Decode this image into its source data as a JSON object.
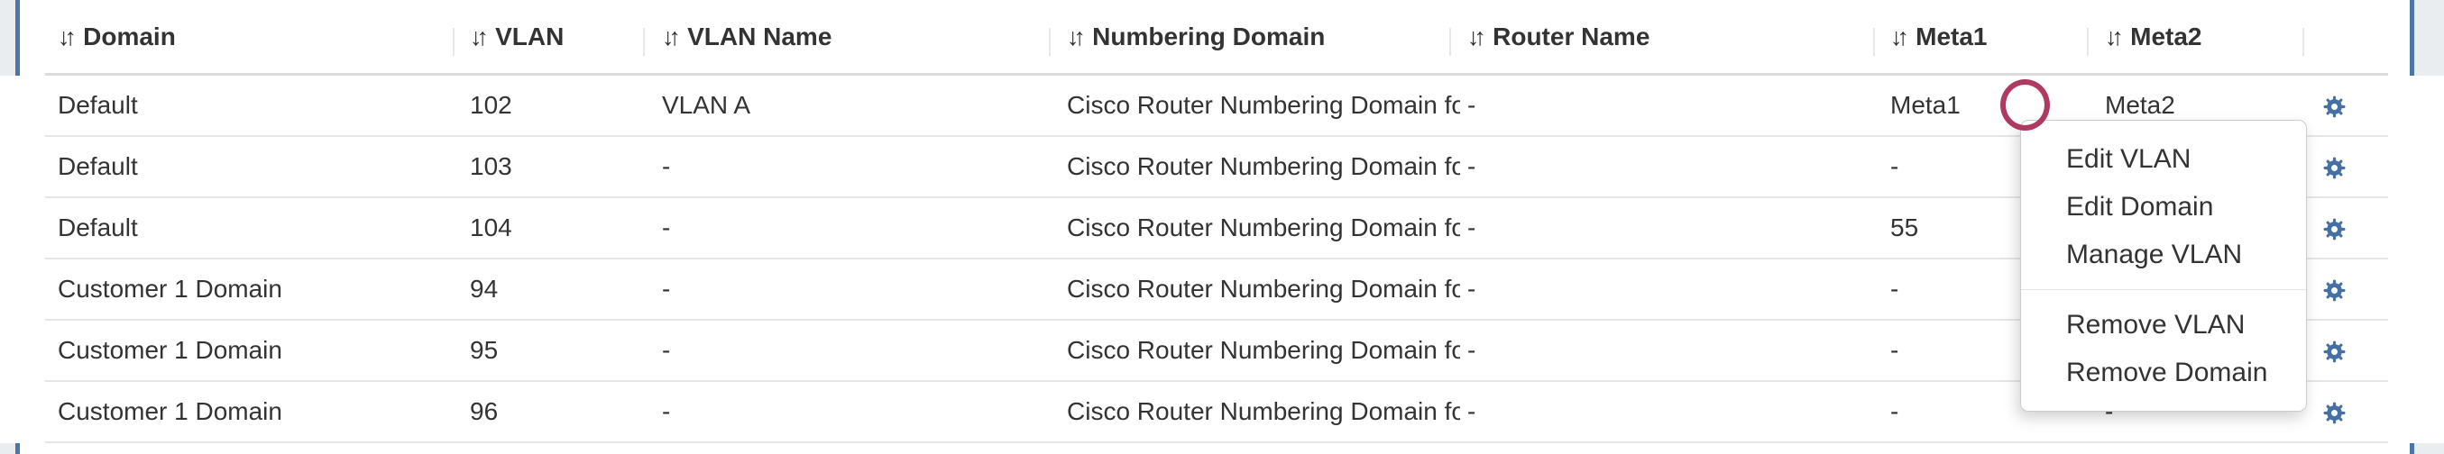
{
  "table": {
    "columns": [
      {
        "key": "domain",
        "label": "Domain"
      },
      {
        "key": "vlan",
        "label": "VLAN"
      },
      {
        "key": "vlan_name",
        "label": "VLAN Name"
      },
      {
        "key": "numbering_domain",
        "label": "Numbering Domain"
      },
      {
        "key": "router_name",
        "label": "Router Name"
      },
      {
        "key": "meta1",
        "label": "Meta1"
      },
      {
        "key": "meta2",
        "label": "Meta2"
      },
      {
        "key": "actions",
        "label": ""
      }
    ],
    "rows": [
      {
        "domain": "Default",
        "vlan": "102",
        "vlan_name": "VLAN A",
        "numbering_domain": "Cisco Router Numbering Domain for ...",
        "router_name": "-",
        "meta1": "Meta1",
        "meta2": "Meta2"
      },
      {
        "domain": "Default",
        "vlan": "103",
        "vlan_name": "-",
        "numbering_domain": "Cisco Router Numbering Domain for ...",
        "router_name": "-",
        "meta1": "-",
        "meta2": ""
      },
      {
        "domain": "Default",
        "vlan": "104",
        "vlan_name": "-",
        "numbering_domain": "Cisco Router Numbering Domain for ...",
        "router_name": "-",
        "meta1": "55",
        "meta2": ""
      },
      {
        "domain": "Customer 1 Domain",
        "vlan": "94",
        "vlan_name": "-",
        "numbering_domain": "Cisco Router Numbering Domain for ...",
        "router_name": "-",
        "meta1": "-",
        "meta2": ""
      },
      {
        "domain": "Customer 1 Domain",
        "vlan": "95",
        "vlan_name": "-",
        "numbering_domain": "Cisco Router Numbering Domain for ...",
        "router_name": "-",
        "meta1": "-",
        "meta2": ""
      },
      {
        "domain": "Customer 1 Domain",
        "vlan": "96",
        "vlan_name": "-",
        "numbering_domain": "Cisco Router Numbering Domain for ...",
        "router_name": "-",
        "meta1": "-",
        "meta2": "-"
      }
    ]
  },
  "context_menu": {
    "items": [
      {
        "label": "Edit VLAN"
      },
      {
        "label": "Edit Domain"
      },
      {
        "label": "Manage VLAN"
      },
      {
        "divider": true
      },
      {
        "label": "Remove VLAN"
      },
      {
        "label": "Remove Domain"
      }
    ]
  },
  "icons": {
    "sort": "↓↑",
    "gear": "gear-icon"
  },
  "annotation": {
    "shape": "circle",
    "color": "#ae3a60"
  },
  "colors": {
    "gear_blue": "#4470a6",
    "panel_border_blue": "#4a76a8",
    "outside_background": "#e9edf0",
    "row_border": "#e5e5e5",
    "text": "#333333"
  }
}
